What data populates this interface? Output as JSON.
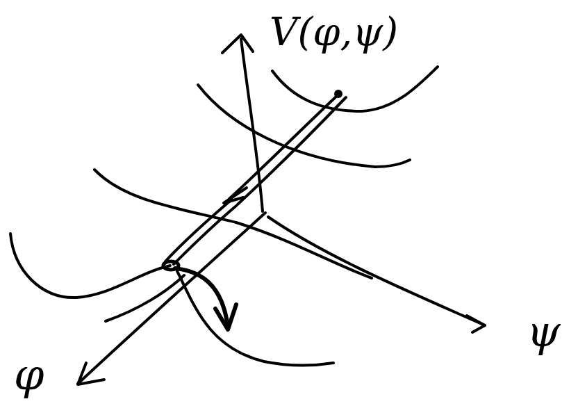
{
  "diagram": {
    "labels": [
      "V(φ,ψ)",
      "φ",
      "ψ"
    ]
  }
}
